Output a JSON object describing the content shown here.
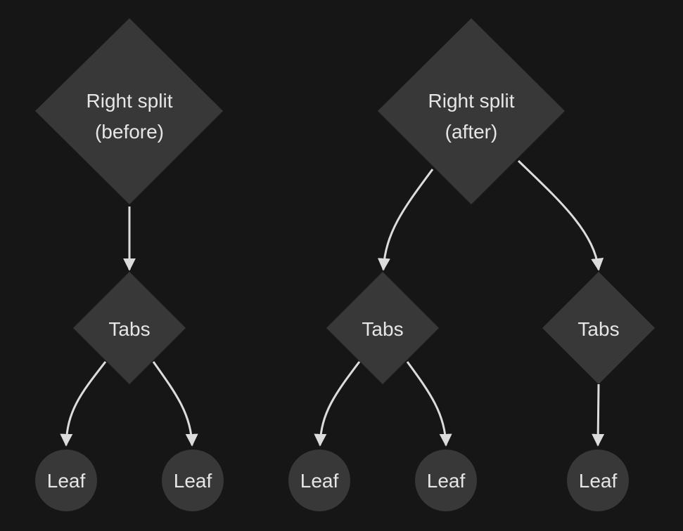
{
  "colors": {
    "background": "#161616",
    "node_fill": "#383838",
    "edge": "#dcdcdc",
    "text": "#e6e6e6"
  },
  "diagram": {
    "before": {
      "root": {
        "line1": "Right split",
        "line2": "(before)"
      },
      "tabs": [
        {
          "label": "Tabs",
          "leaves": [
            "Leaf",
            "Leaf"
          ]
        }
      ]
    },
    "after": {
      "root": {
        "line1": "Right split",
        "line2": "(after)"
      },
      "tabs": [
        {
          "label": "Tabs",
          "leaves": [
            "Leaf",
            "Leaf"
          ]
        },
        {
          "label": "Tabs",
          "leaves": [
            "Leaf"
          ]
        }
      ]
    }
  }
}
